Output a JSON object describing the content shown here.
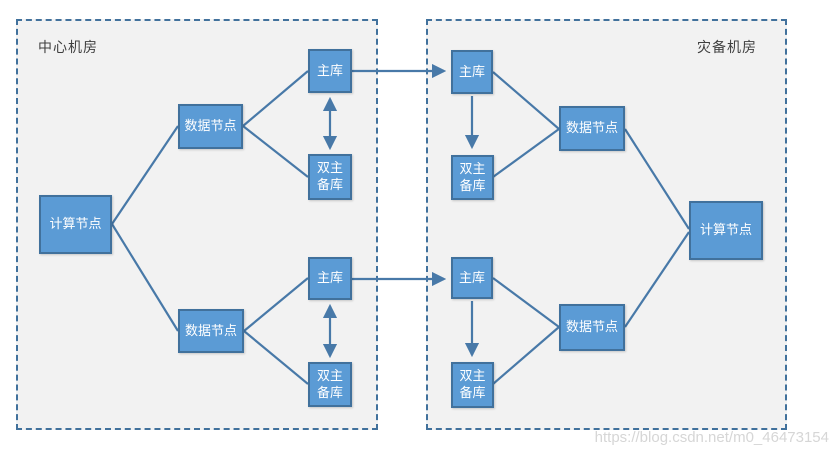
{
  "colors": {
    "node_fill": "#5B9BD5",
    "node_border": "#41719C",
    "line": "#4879A8",
    "room_fill": "#F2F2F2",
    "room_border": "#41719C",
    "room_label": "#3F3F3F",
    "watermark": "#D6D6D6",
    "node_text": "#FFFFFF"
  },
  "rooms": {
    "center": {
      "label": "中心机房"
    },
    "disaster": {
      "label": "灾备机房"
    }
  },
  "node_labels": {
    "compute": "计算节点",
    "data": "数据节点",
    "primary": "主库",
    "standby": "双主备库"
  },
  "watermark": {
    "text": "https://blog.csdn.net/m0_46473154"
  }
}
